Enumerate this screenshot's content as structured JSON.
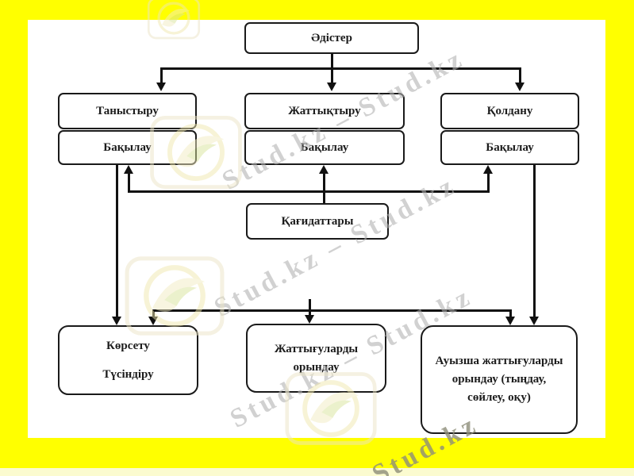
{
  "page": {
    "kind": "scanned-flowchart",
    "colors": {
      "frame": "#ffff00",
      "paper": "#ffffff",
      "box_border": "#1a1a1a",
      "line": "#111111",
      "watermark": "#b1b1b1"
    }
  },
  "diagram": {
    "nodes": [
      {
        "id": "adister",
        "label": "Әдістер"
      },
      {
        "id": "tanystyru",
        "label": "Таныстыру"
      },
      {
        "id": "baqylau-tanystyru",
        "label": "Бақылау"
      },
      {
        "id": "zhattyqtyru",
        "label": "Жаттықтыру"
      },
      {
        "id": "baqylau-zhattyqtyru",
        "label": "Бақылау"
      },
      {
        "id": "qoldanu",
        "label": "Қолдану"
      },
      {
        "id": "baqylau-qoldanu",
        "label": "Бақылау"
      },
      {
        "id": "qagidattary",
        "label": "Қағидаттары"
      },
      {
        "id": "korsetu-tusindiru",
        "lines": [
          "Көрсету",
          "Түсіндіру"
        ]
      },
      {
        "id": "zhattygulardy",
        "label": "Жаттығуларды орындау"
      },
      {
        "id": "auyzsha",
        "label": "Ауызша жаттығуларды орындау (тыңдау, сөйлеу, оқу)"
      }
    ]
  },
  "watermarks": {
    "pair_text": "Stud.kz – Stud.kz",
    "single_text": "Stud.kz",
    "logo_name": "studkz-bird-logo"
  }
}
